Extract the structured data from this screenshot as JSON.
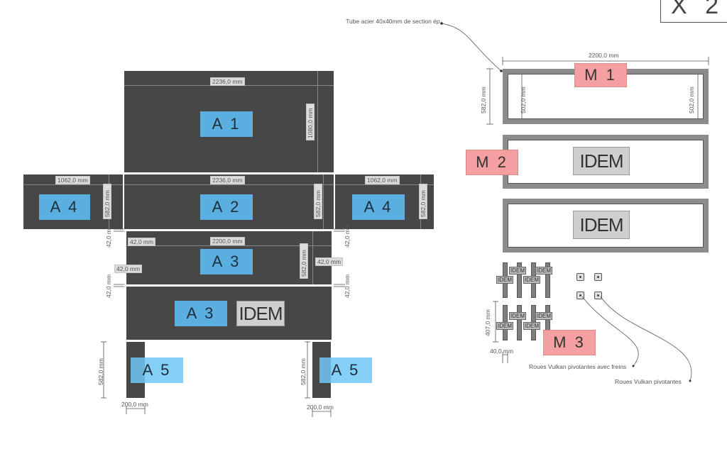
{
  "title": "X 2",
  "panels": {
    "a1": {
      "label": "A 1",
      "width": "2236,0 mm",
      "height": "1080,0 mm"
    },
    "a2": {
      "label": "A 2",
      "width": "2236,0 mm",
      "height": "582,0 mm"
    },
    "a4_left": {
      "label": "A 4",
      "width": "1062,0 mm",
      "height": "582,0 mm"
    },
    "a4_right": {
      "label": "A 4",
      "width": "1062,0 mm",
      "height": "582,0 mm"
    },
    "a3_top": {
      "label": "A 3",
      "width": "2200,0 mm",
      "height": "582,0 mm",
      "notch_a": "42,0 mm",
      "notch_b": "42,0 mm",
      "notch_c": "42,0 mm"
    },
    "a3_bottom": {
      "label": "A 3",
      "idem": "IDEM"
    },
    "a5_left": {
      "label": "A 5",
      "height": "582,0 mm",
      "width": "200,0 mm"
    },
    "a5_right": {
      "label": "A 5",
      "height": "582,0 mm",
      "width": "200,0 mm"
    },
    "side_dims": {
      "l1": "42,0 mm",
      "l2": "42,0 mm",
      "r1": "42,0 mm",
      "r2": "42,0 mm"
    }
  },
  "frames": {
    "tube_note": "Tube acier 40x40mm de section ép.",
    "m1": {
      "label": "M 1",
      "width": "2200,0 mm",
      "outer_height": "582,0 mm",
      "inner_left": "502,0 mm",
      "inner_right": "502,0 mm"
    },
    "m2": {
      "label": "M 2",
      "idem": "IDEM"
    },
    "m2b": {
      "idem": "IDEM"
    },
    "m3": {
      "label": "M 3",
      "height": "407,0 mm",
      "width": "40,0 mm",
      "idem_small": "IDEM"
    },
    "wheels_brake": "Roues Vulkan pivotantes avec freins",
    "wheels": "Roues Vulkan pivotantes"
  }
}
